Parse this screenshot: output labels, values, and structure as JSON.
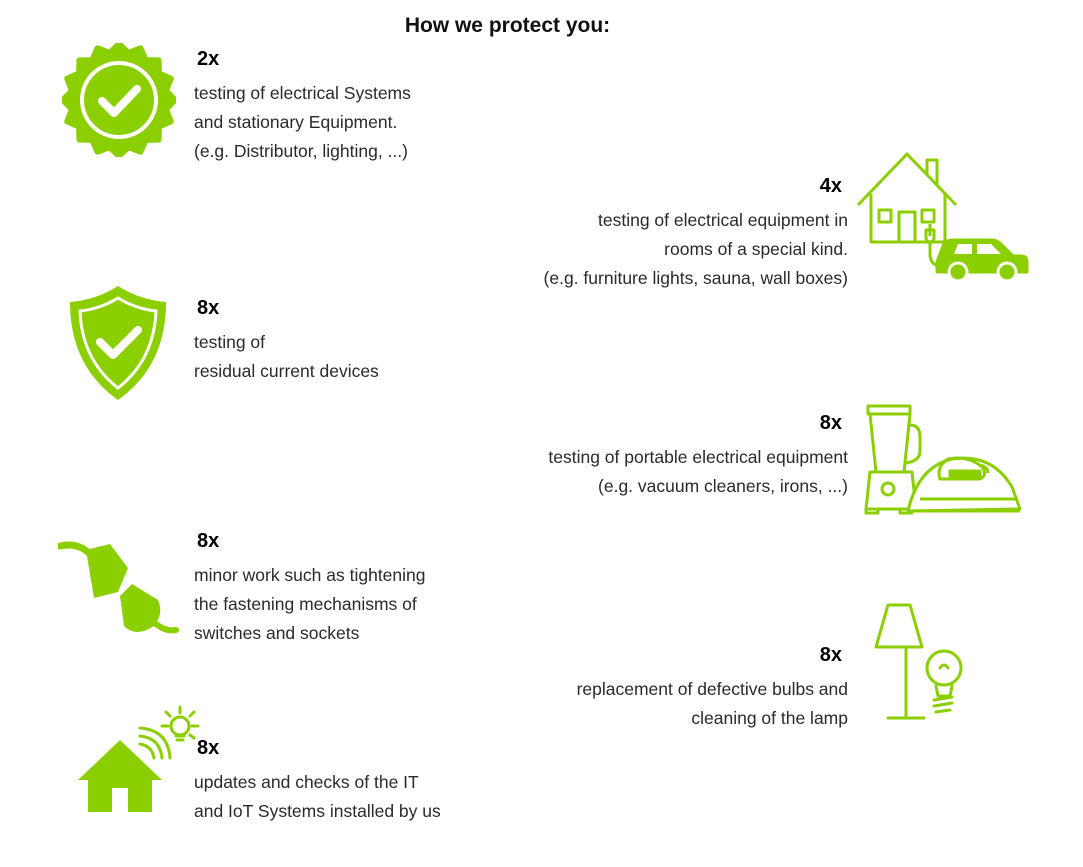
{
  "title": "How we protect you:",
  "colors": {
    "accent": "#8ccf00",
    "text": "#2a2a2a",
    "heading": "#111111"
  },
  "items": [
    {
      "icon": "badge-check-icon",
      "count": "2x",
      "lines": [
        "testing of electrical Systems",
        "and stationary Equipment.",
        "(e.g. Distributor, lighting, ...)"
      ]
    },
    {
      "icon": "house-car-charging-icon",
      "count": "4x",
      "lines": [
        "testing of electrical equipment in",
        "rooms of a special kind.",
        "(e.g. furniture lights, sauna, wall boxes)"
      ]
    },
    {
      "icon": "shield-check-icon",
      "count": "8x",
      "lines": [
        "testing of",
        "residual current devices"
      ]
    },
    {
      "icon": "blender-iron-icon",
      "count": "8x",
      "lines": [
        "testing of portable electrical equipment",
        "(e.g. vacuum cleaners, irons, ...)"
      ]
    },
    {
      "icon": "plug-socket-icon",
      "count": "8x",
      "lines": [
        "minor work such as tightening",
        "the fastening mechanisms of",
        "switches and sockets"
      ]
    },
    {
      "icon": "lamp-bulb-icon",
      "count": "8x",
      "lines": [
        "replacement of defective bulbs and",
        "cleaning of the lamp"
      ]
    },
    {
      "icon": "smart-home-icon",
      "count": "8x",
      "lines": [
        "updates and checks of the IT",
        "and IoT Systems installed by us"
      ]
    }
  ]
}
